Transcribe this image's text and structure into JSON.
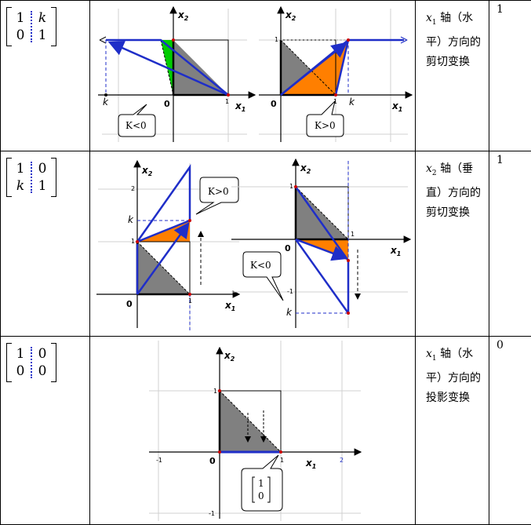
{
  "rows": [
    {
      "matrix": {
        "a": "1",
        "b": "k",
        "c": "0",
        "d": "1"
      },
      "desc": {
        "var": "x",
        "sub": "1",
        "line1": "轴（水",
        "line2": "平）方向的",
        "line3": "剪切变换"
      },
      "flag": "1",
      "figure": {
        "left": {
          "x_label": "x",
          "x_sub": "1",
          "y_label": "x",
          "y_sub": "2",
          "origin": "0",
          "tick_x1": "1",
          "tick_k": "k",
          "callout": "K<0"
        },
        "right": {
          "x_label": "x",
          "x_sub": "1",
          "y_label": "x",
          "y_sub": "2",
          "origin": "0",
          "tick_x1": "1",
          "tick_k": "k",
          "tick_y1": "1",
          "callout": "K>0"
        }
      }
    },
    {
      "matrix": {
        "a": "1",
        "b": "0",
        "c": "k",
        "d": "1"
      },
      "desc": {
        "var": "x",
        "sub": "2",
        "line1": "轴（垂",
        "line2": "直）方向的",
        "line3": "剪切变换"
      },
      "flag": "1",
      "figure": {
        "left": {
          "x_label": "x",
          "x_sub": "1",
          "y_label": "x",
          "y_sub": "2",
          "origin": "0",
          "tick_x1": "1",
          "tick_y1": "1",
          "tick_y2": "2",
          "tick_k": "k",
          "callout": "K>0"
        },
        "right": {
          "x_label": "x",
          "x_sub": "1",
          "y_label": "x",
          "y_sub": "2",
          "origin": "0",
          "tick_x1": "1",
          "tick_y1": "1",
          "tick_ym1": "-1",
          "tick_k": "k",
          "callout": "K<0"
        }
      }
    },
    {
      "matrix": {
        "a": "1",
        "b": "0",
        "c": "0",
        "d": "0"
      },
      "desc": {
        "var": "x",
        "sub": "1",
        "line1": "轴（水",
        "line2": "平）方向的",
        "line3": "投影变换"
      },
      "flag": "0",
      "figure": {
        "x_label": "x",
        "x_sub": "1",
        "y_label": "x",
        "y_sub": "2",
        "origin": "0",
        "tick_xm1": "-1",
        "tick_x1": "1",
        "tick_x2": "2",
        "tick_y1": "1",
        "tick_ym1": "-1",
        "callout_top": "1",
        "callout_bottom": "0"
      }
    }
  ],
  "colors": {
    "blue": "#1f2ec8",
    "gray": "#808080",
    "orange": "#ff7f00",
    "green": "#00cc00",
    "dash": "#1f2ec8"
  }
}
